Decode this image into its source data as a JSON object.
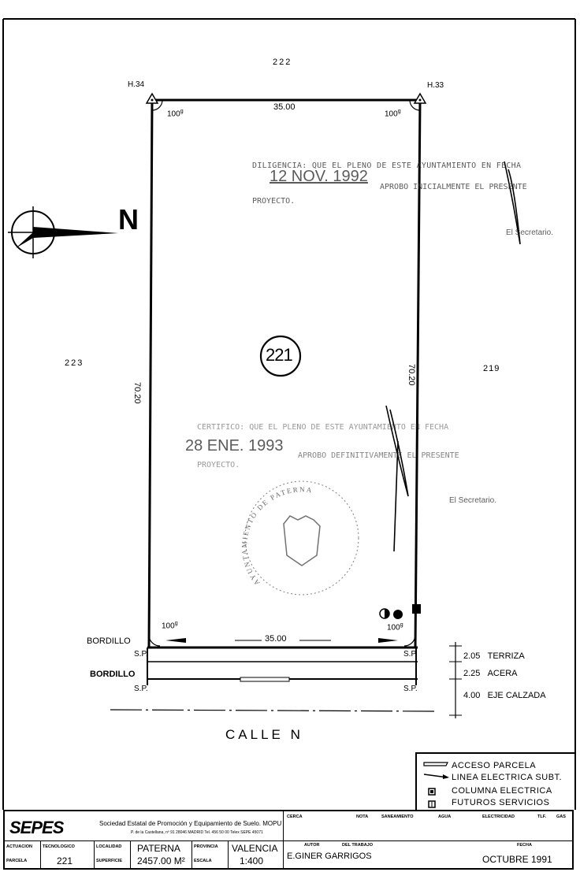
{
  "plan": {
    "parcel_top": "222",
    "parcel_left": "223",
    "parcel_right": "219",
    "parcel_id": "221",
    "landmark_left": "H.34",
    "landmark_right": "H.33",
    "angle": "100",
    "angle_unit": "g",
    "dim_top": "35.00",
    "dim_bottom": "35.00",
    "dim_left": "70.20",
    "dim_right": "70.20",
    "north": "N",
    "bordillo": "BORDILLO",
    "sp": "S.P.",
    "sp_short": "S",
    "sp_p": "P.",
    "street": "CALLE   N",
    "widths": [
      {
        "value": "2.05",
        "label": "TERRIZA"
      },
      {
        "value": "2.25",
        "label": "ACERA"
      },
      {
        "value": "4.00",
        "label": "EJE CALZADA"
      }
    ]
  },
  "stamps": {
    "s1_line1": "DILIGENCIA: QUE EL PLENO DE ESTE AYUNTAMIENTO EN FECHA",
    "s1_date": "12 NOV. 1992",
    "s1_line2": "APROBO INICIALMENTE EL PRESENTE",
    "s1_line3": "PROYECTO.",
    "s1_sign": "El Secretario.",
    "s2_line1": "CERTIFICO: QUE EL PLENO DE ESTE AYUNTAMIENTO EN FECHA",
    "s2_date": "28 ENE. 1993",
    "s2_line2": "APROBO DEFINITIVAMENTE EL PRESENTE",
    "s2_line3": "PROYECTO.",
    "s2_sign": "El Secretario.",
    "seal_text": "AYUNTAMIENTO DE PATERNA"
  },
  "legend": [
    "ACCESO PARCELA",
    "LINEA ELECTRICA SUBT.",
    "COLUMNA ELECTRICA",
    "FUTUROS SERVICIOS"
  ],
  "titleblock": {
    "company": "Sociedad Estatal de Promoción y Equipamiento de Suelo. MOPU",
    "company_addr": "P. de la Castellana, nº 91 28046 MADRID  Tel. 456 50 00  Telex SEPE 45071",
    "actuacion_label": "ACTUACION",
    "parcela_label": "PARCELA",
    "tecnologico_label": "TECNOLOGICO",
    "parcela_value": "221",
    "localidad_label": "LOCALIDAD",
    "superficie_label": "SUPERFICIE",
    "localidad_value": "PATERNA",
    "superficie_value": "2457.00 M²",
    "provincia_label": "PROVINCIA",
    "escala_label": "ESCALA",
    "provincia_value": "VALENCIA",
    "escala_value": "1:400",
    "autor_label": "AUTOR",
    "trabajo_label": "DEL TRABAJO",
    "autor_value": "E.GINER GARRIGOS",
    "cerca_label": "CERCA",
    "gas_label": "GAS",
    "nota_label": "NOTA",
    "saneamiento_label": "SANEAMIENTO",
    "agua_label": "AGUA",
    "electricidad_label": "ELECTRICIDAD",
    "tlf_label": "TLF.",
    "fecha_label": "FECHA",
    "fecha_value": "OCTUBRE  1991",
    "logo": "SEPES"
  }
}
